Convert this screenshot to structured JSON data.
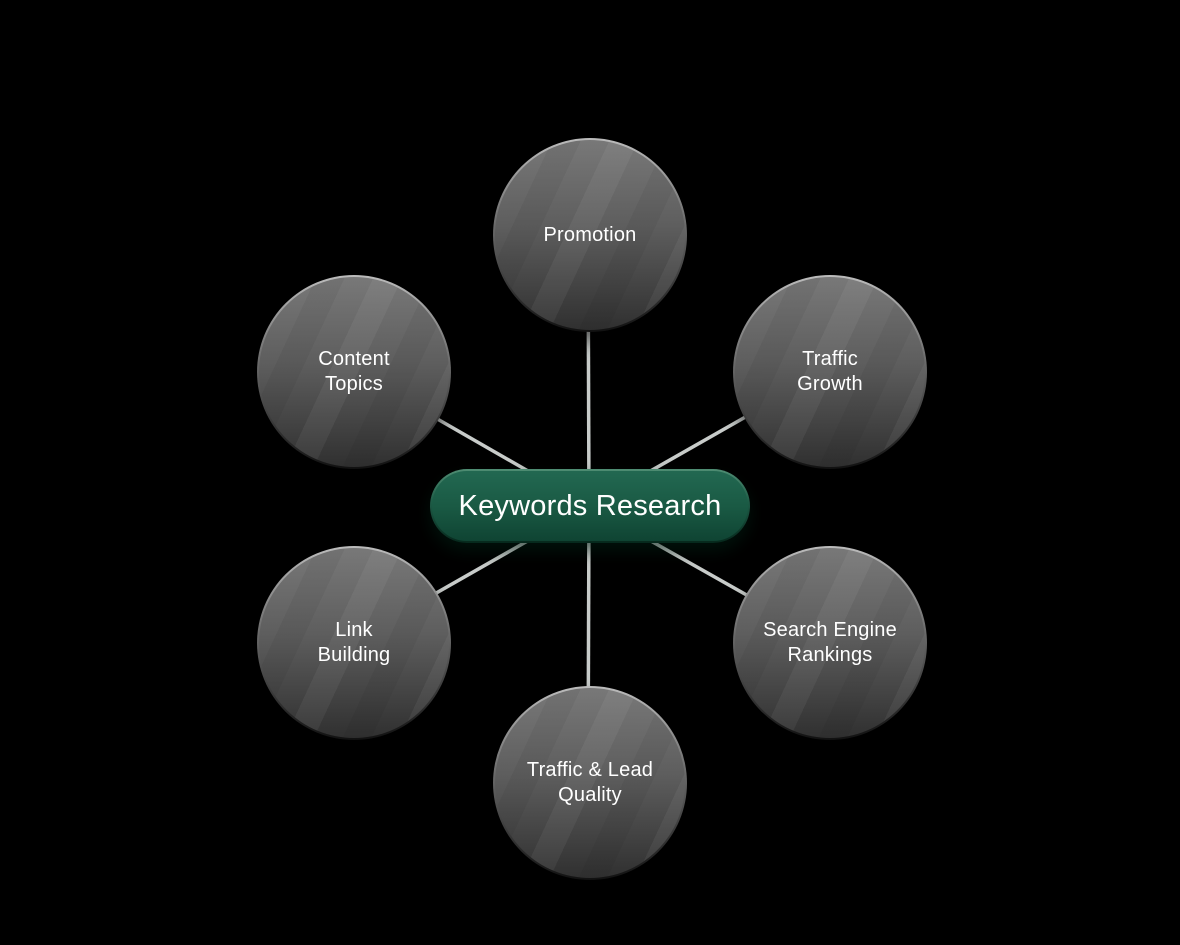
{
  "background_color": "#000000",
  "diagram": {
    "type": "radial-mind-map",
    "center": {
      "label": "Keywords Research"
    },
    "nodes": [
      {
        "id": "promotion",
        "label": "Promotion",
        "lines": [
          "Promotion"
        ]
      },
      {
        "id": "content-topics",
        "label": "Content Topics",
        "lines": [
          "Content",
          "Topics"
        ]
      },
      {
        "id": "traffic-growth",
        "label": "Traffic Growth",
        "lines": [
          "Traffic",
          "Growth"
        ]
      },
      {
        "id": "link-building",
        "label": "Link Building",
        "lines": [
          "Link",
          "Building"
        ]
      },
      {
        "id": "search-engine-rankings",
        "label": "Search Engine Rankings",
        "lines": [
          "Search Engine",
          "Rankings"
        ]
      },
      {
        "id": "traffic-lead-quality",
        "label": "Traffic & Lead Quality",
        "lines": [
          "Traffic & Lead",
          "Quality"
        ]
      }
    ],
    "colors": {
      "center_fill_top": "#226851",
      "center_fill_bottom": "#0f4433",
      "node_fill_top": "#787878",
      "node_fill_bottom": "#303030",
      "connector": "#c8ccca",
      "text": "#ffffff",
      "background": "#000000"
    }
  }
}
